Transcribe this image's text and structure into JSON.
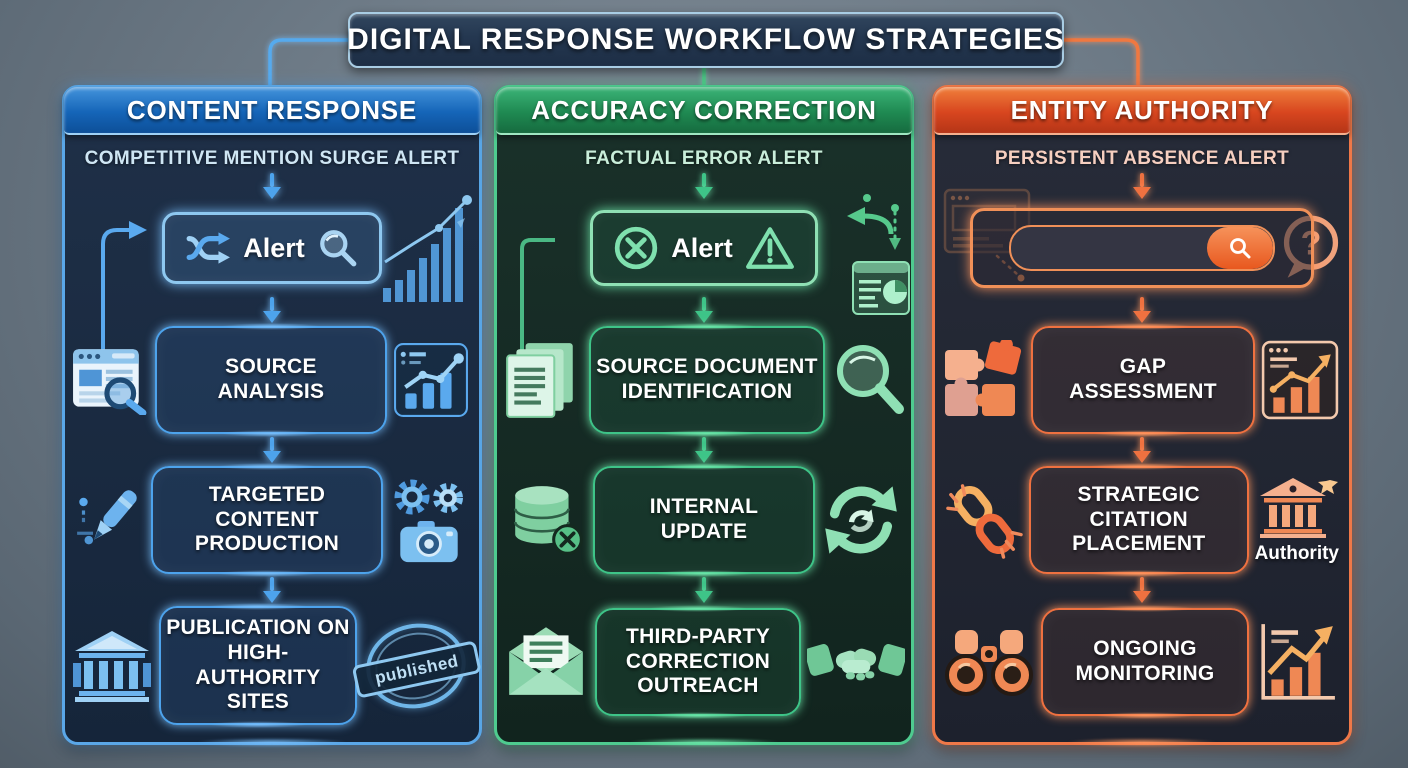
{
  "title": "DIGITAL RESPONSE WORKFLOW STRATEGIES",
  "columns": [
    {
      "header": "CONTENT RESPONSE",
      "subtitle": "COMPETITIVE MENTION SURGE ALERT",
      "alert_text": "Alert",
      "steps": [
        {
          "label": "SOURCE ANALYSIS"
        },
        {
          "label": "TARGETED CONTENT PRODUCTION"
        },
        {
          "label": "PUBLICATION ON HIGH-AUTHORITY SITES"
        }
      ],
      "stamp_text": "published",
      "accent_color": "#4da3ec",
      "icons": [
        "shuffle-icon",
        "magnifier-icon",
        "growth-chart-icon",
        "browser-search-icon",
        "analytics-chart-icon",
        "pen-icon",
        "gears-icon",
        "camera-icon",
        "bank-icon",
        "published-stamp-icon"
      ]
    },
    {
      "header": "ACCURACY CORRECTION",
      "subtitle": "FACTUAL ERROR ALERT",
      "alert_text": "Alert",
      "steps": [
        {
          "label": "SOURCE DOCUMENT IDENTIFICATION"
        },
        {
          "label": "INTERNAL UPDATE"
        },
        {
          "label": "THIRD-PARTY CORRECTION OUTREACH"
        }
      ],
      "accent_color": "#3ec488",
      "icons": [
        "error-circle-icon",
        "warning-triangle-icon",
        "return-arrow-icon",
        "report-pie-icon",
        "documents-icon",
        "magnifier-icon",
        "database-error-icon",
        "refresh-icon",
        "envelope-icon",
        "handshake-icon"
      ]
    },
    {
      "header": "ENTITY AUTHORITY",
      "subtitle": "PERSISTENT ABSENCE ALERT",
      "steps": [
        {
          "label": "GAP ASSESSMENT"
        },
        {
          "label": "STRATEGIC CITATION PLACEMENT"
        },
        {
          "label": "ONGOING MONITORING"
        }
      ],
      "authority_label": "Authority",
      "accent_color": "#ef7140",
      "icons": [
        "browser-ghost-icon",
        "search-bar-icon",
        "question-bubble-icon",
        "puzzle-icon",
        "chart-window-icon",
        "chain-link-icon",
        "bank-icon",
        "binoculars-icon",
        "growth-chart-icon"
      ]
    }
  ]
}
